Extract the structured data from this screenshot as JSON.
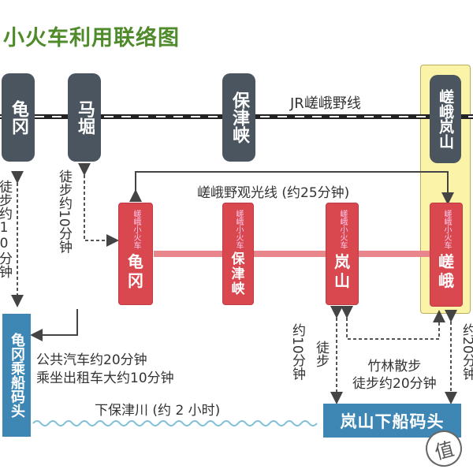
{
  "title": "小火车利用联络图",
  "jr_line": {
    "label": "JR嵯峨野线",
    "stations": [
      "龟冈",
      "马堀",
      "保津峡",
      "嵯峨岚山"
    ]
  },
  "sightseeing_line": {
    "label": "嵯峨野观光线 (约25分钟)",
    "badge": "嵯峨小火车",
    "stations": [
      "龟冈",
      "保津峡",
      "岚山",
      "嵯峨"
    ]
  },
  "walks": {
    "kameoka": "徒步约10分钟",
    "umahori": "徒步约10分钟",
    "arashiyama_a": "约10分钟",
    "arashiyama_b": "徒步",
    "bamboo_1": "竹林散步",
    "bamboo_2": "徒步约20分钟",
    "saga": "约20分钟"
  },
  "transfer": {
    "bus": "公共汽车约20分钟",
    "taxi": "乘坐出租车大约10分钟"
  },
  "river": {
    "label": "下保津川 (约 2 小时)"
  },
  "piers": {
    "start": "龟冈乘船码头",
    "end": "岚山下船码头"
  },
  "watermark": "值",
  "colors": {
    "title": "#4f8a2b",
    "jr_station": "#4a5560",
    "torokko": "#d9474f",
    "pier": "#3e86b4",
    "highlight": "#fbf3a8"
  }
}
